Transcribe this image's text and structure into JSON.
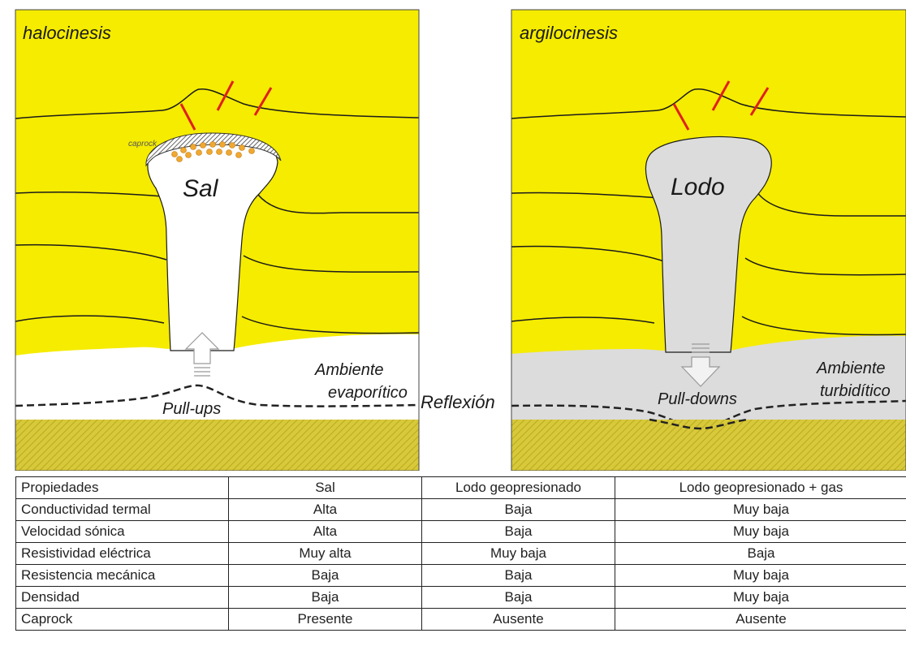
{
  "panels": {
    "left": {
      "title": "halocinesis",
      "body_label": "Sal",
      "caprock_label": "caprock",
      "environment_line1": "Ambiente",
      "environment_line2": "evaporítico",
      "effect_label": "Pull-ups"
    },
    "right": {
      "title": "argilocinesis",
      "body_label": "Lodo",
      "environment_line1": "Ambiente",
      "environment_line2": "turbidítico",
      "effect_label": "Pull-downs"
    },
    "center_label": "Reflexión"
  },
  "colors": {
    "sediment": "#f5ec00",
    "salt": "#ffffff",
    "mud": "#dcdcdc",
    "basement": "#d8c93a",
    "faults": "#e0201e",
    "caprock_dots": "#f0a830"
  },
  "table": {
    "headers": [
      "Propiedades",
      "Sal",
      "Lodo geopresionado",
      "Lodo geopresionado + gas"
    ],
    "rows": [
      [
        "Conductividad termal",
        "Alta",
        "Baja",
        "Muy baja"
      ],
      [
        "Velocidad sónica",
        "Alta",
        "Baja",
        "Muy baja"
      ],
      [
        "Resistividad eléctrica",
        "Muy alta",
        "Muy baja",
        "Baja"
      ],
      [
        "Resistencia mecánica",
        "Baja",
        "Baja",
        "Muy baja"
      ],
      [
        "Densidad",
        "Baja",
        "Baja",
        "Muy baja"
      ],
      [
        "Caprock",
        "Presente",
        "Ausente",
        "Ausente"
      ]
    ]
  }
}
